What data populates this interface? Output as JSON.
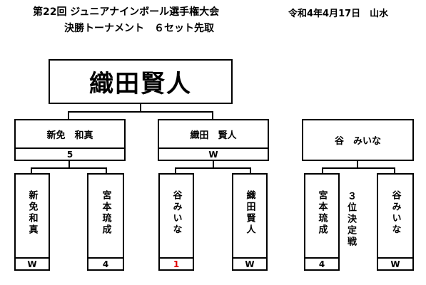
{
  "header": {
    "title": "第22回 ジュニアナインボール選手権大会",
    "date_place": "令和4年4月17日　山水",
    "subtitle": "決勝トーナメント　６セット先取"
  },
  "champion": "織田賢人",
  "semis": [
    {
      "name": "新免　和真",
      "result": "5"
    },
    {
      "name": "織田　賢人",
      "result": "W"
    }
  ],
  "third_place": {
    "label": "３位決定戦",
    "winner": "谷　みいな"
  },
  "players": [
    {
      "name": "新免和真",
      "score": "W",
      "highlight": false
    },
    {
      "name": "宮本琉成",
      "score": "4",
      "highlight": false
    },
    {
      "name": "谷みいな",
      "score": "1",
      "highlight": true
    },
    {
      "name": "織田賢人",
      "score": "W",
      "highlight": false
    },
    {
      "name": "宮本琉成",
      "score": "4",
      "highlight": false
    },
    {
      "name": "谷みいな",
      "score": "W",
      "highlight": false
    }
  ]
}
